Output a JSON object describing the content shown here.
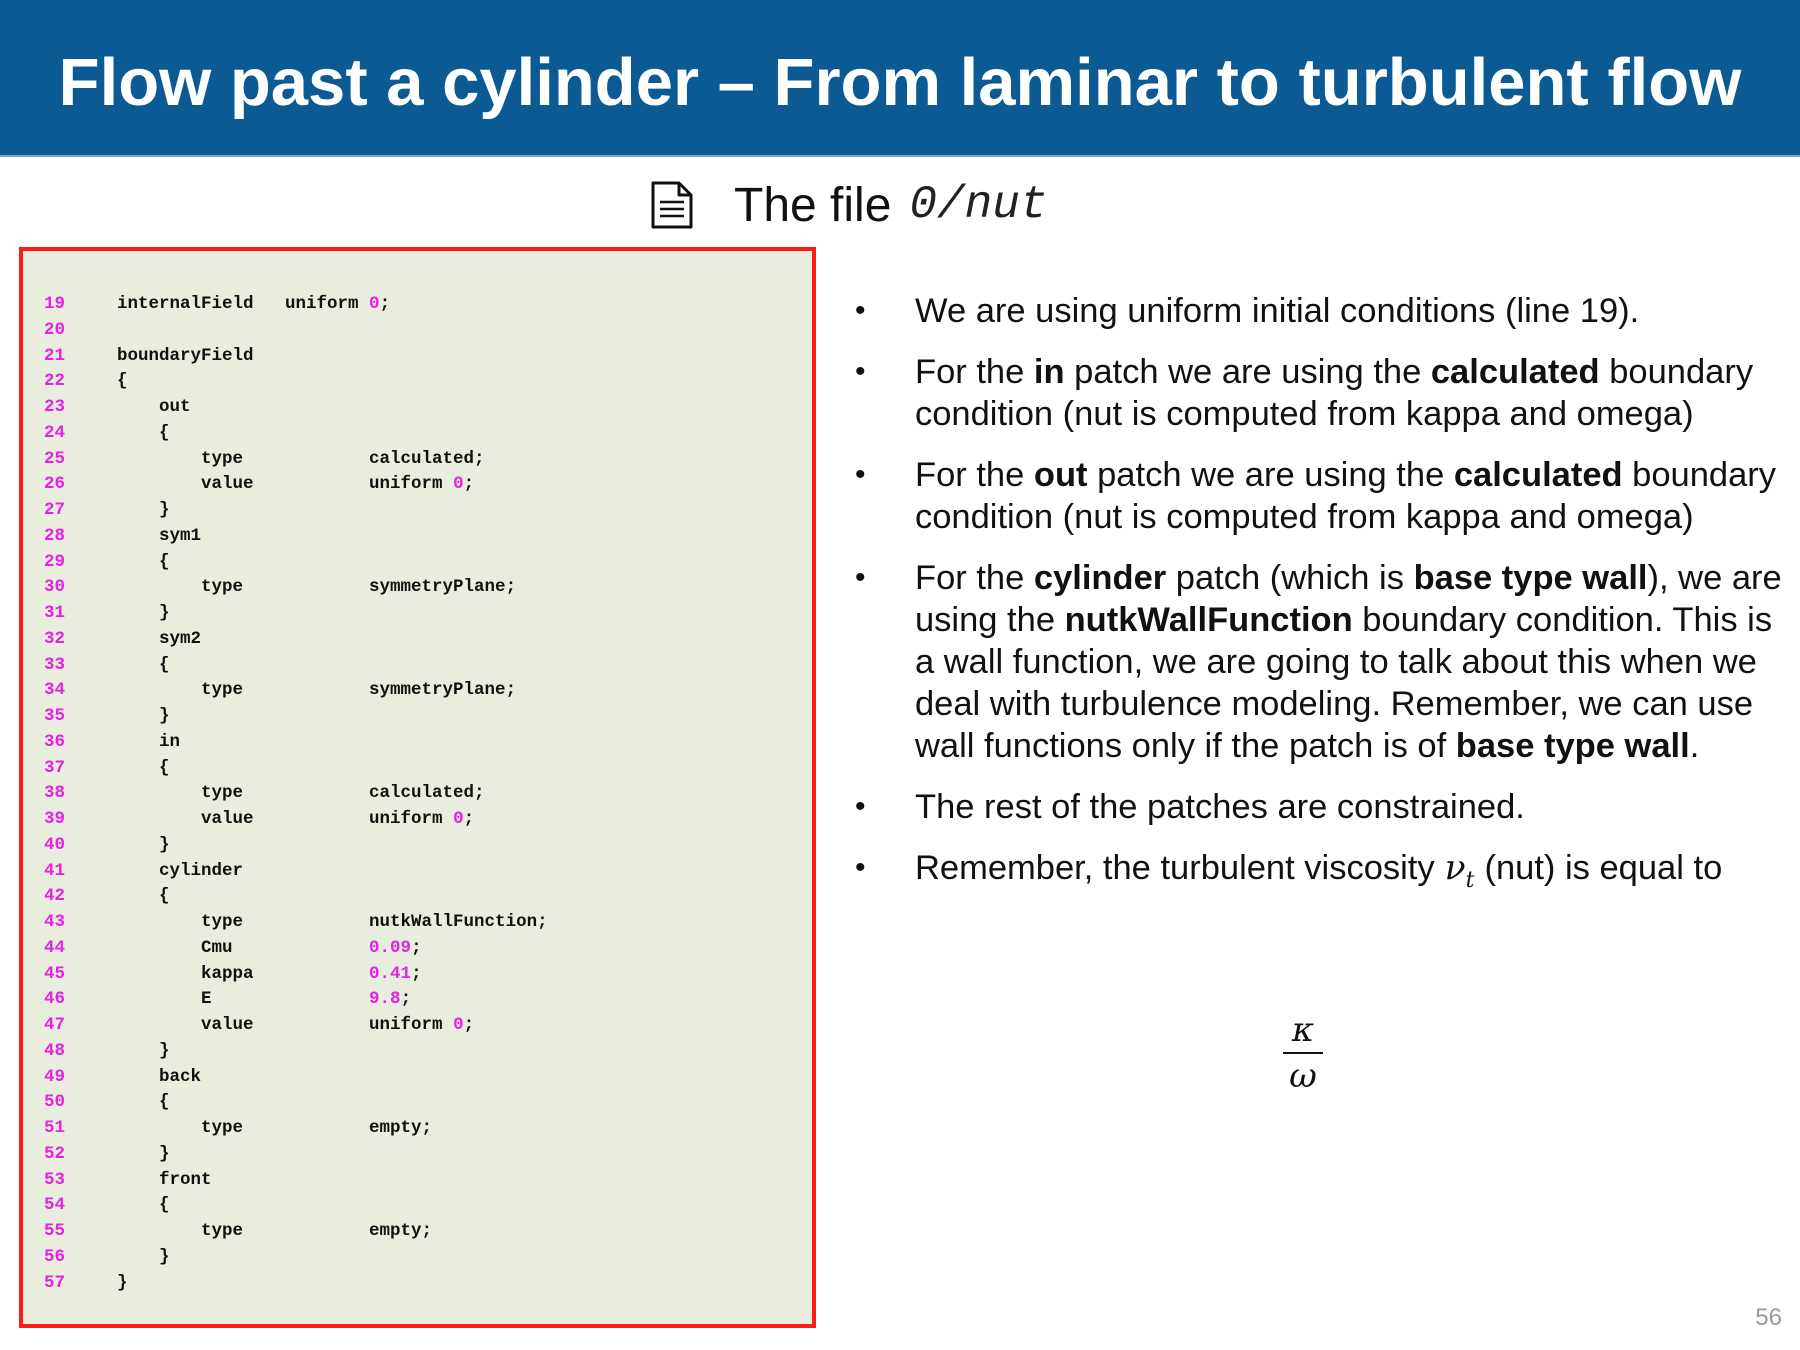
{
  "header": {
    "title": "Flow past a cylinder – From laminar to turbulent flow"
  },
  "file_heading": {
    "label": "The file",
    "path": "0/nut"
  },
  "code": [
    {
      "line": "19",
      "text": "internalField   uniform ",
      "value": "0",
      "after": ";"
    },
    {
      "line": "20",
      "text": ""
    },
    {
      "line": "21",
      "text": "boundaryField"
    },
    {
      "line": "22",
      "text": "{"
    },
    {
      "line": "23",
      "text": "    out"
    },
    {
      "line": "24",
      "text": "    {"
    },
    {
      "line": "25",
      "text": "        type            calculated;"
    },
    {
      "line": "26",
      "text": "        value           uniform ",
      "value": "0",
      "after": ";"
    },
    {
      "line": "27",
      "text": "    }"
    },
    {
      "line": "28",
      "text": "    sym1"
    },
    {
      "line": "29",
      "text": "    {"
    },
    {
      "line": "30",
      "text": "        type            symmetryPlane;"
    },
    {
      "line": "31",
      "text": "    }"
    },
    {
      "line": "32",
      "text": "    sym2"
    },
    {
      "line": "33",
      "text": "    {"
    },
    {
      "line": "34",
      "text": "        type            symmetryPlane;"
    },
    {
      "line": "35",
      "text": "    }"
    },
    {
      "line": "36",
      "text": "    in"
    },
    {
      "line": "37",
      "text": "    {"
    },
    {
      "line": "38",
      "text": "        type            calculated;"
    },
    {
      "line": "39",
      "text": "        value           uniform ",
      "value": "0",
      "after": ";"
    },
    {
      "line": "40",
      "text": "    }"
    },
    {
      "line": "41",
      "text": "    cylinder"
    },
    {
      "line": "42",
      "text": "    {"
    },
    {
      "line": "43",
      "text": "        type            nutkWallFunction;"
    },
    {
      "line": "44",
      "text": "        Cmu             ",
      "value": "0.09",
      "after": ";"
    },
    {
      "line": "45",
      "text": "        kappa           ",
      "value": "0.41",
      "after": ";"
    },
    {
      "line": "46",
      "text": "        E               ",
      "value": "9.8",
      "after": ";"
    },
    {
      "line": "47",
      "text": "        value           uniform ",
      "value": "0",
      "after": ";"
    },
    {
      "line": "48",
      "text": "    }"
    },
    {
      "line": "49",
      "text": "    back"
    },
    {
      "line": "50",
      "text": "    {"
    },
    {
      "line": "51",
      "text": "        type            empty;"
    },
    {
      "line": "52",
      "text": "    }"
    },
    {
      "line": "53",
      "text": "    front"
    },
    {
      "line": "54",
      "text": "    {"
    },
    {
      "line": "55",
      "text": "        type            empty;"
    },
    {
      "line": "56",
      "text": "    }"
    },
    {
      "line": "57",
      "text": "}"
    }
  ],
  "bullets": [
    [
      {
        "t": "We are using uniform initial conditions (line 19)."
      }
    ],
    [
      {
        "t": "For the "
      },
      {
        "t": "in",
        "b": true
      },
      {
        "t": " patch we are using the "
      },
      {
        "t": "calculated",
        "b": true
      },
      {
        "t": " boundary condition (nut is computed from kappa and omega)"
      }
    ],
    [
      {
        "t": "For the "
      },
      {
        "t": "out",
        "b": true
      },
      {
        "t": " patch we are using the "
      },
      {
        "t": "calculated",
        "b": true
      },
      {
        "t": " boundary condition (nut is computed from kappa and omega)"
      }
    ],
    [
      {
        "t": "For the "
      },
      {
        "t": "cylinder",
        "b": true
      },
      {
        "t": " patch (which is "
      },
      {
        "t": "base type wall",
        "b": true
      },
      {
        "t": "), we are using the "
      },
      {
        "t": "nutkWallFunction",
        "b": true
      },
      {
        "t": " boundary condition. This is a wall function, we are going to talk about this when we deal with turbulence modeling. Remember, we can use wall functions only if the patch is of "
      },
      {
        "t": "base type wall",
        "b": true
      },
      {
        "t": "."
      }
    ],
    [
      {
        "t": "The rest of the patches are constrained."
      }
    ],
    [
      {
        "t": "Remember, the turbulent viscosity"
      },
      {
        "math": true,
        "sym": "ν",
        "sub": "t"
      },
      {
        "t": "(nut) is equal to"
      }
    ]
  ],
  "formula": {
    "numerator": "κ",
    "denominator": "ω"
  },
  "page_number": "56"
}
